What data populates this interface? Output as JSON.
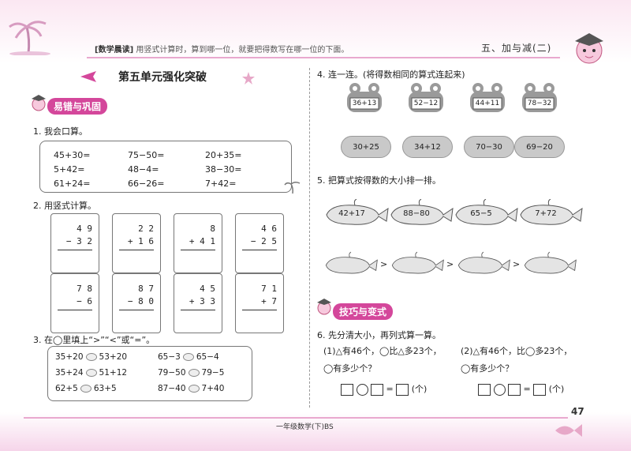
{
  "header": {
    "tip_label": "[数学晨读]",
    "tip_text": "用竖式计算时，算到哪一位，就要把得数写在哪一位的下面。",
    "unit_title": "五、加与减(二)"
  },
  "title": "第五单元强化突破",
  "section_left": "易错与巩固",
  "section_right": "技巧与变式",
  "q1": {
    "title": "1. 我会口算。",
    "items": [
      "45+30=",
      "75−50=",
      "20+35=",
      "5+42=",
      "48−4=",
      "38−30=",
      "61+24=",
      "66−26=",
      "7+42="
    ]
  },
  "q2": {
    "title": "2. 用竖式计算。",
    "cards": [
      {
        "top": "4 9",
        "mid": "− 3 2"
      },
      {
        "top": "2 2",
        "mid": "+ 1 6"
      },
      {
        "top": "8",
        "mid": "+ 4 1"
      },
      {
        "top": "4 6",
        "mid": "− 2 5"
      },
      {
        "top": "7 8",
        "mid": "−   6"
      },
      {
        "top": "8 7",
        "mid": "− 8 0"
      },
      {
        "top": "4 5",
        "mid": "+ 3 3"
      },
      {
        "top": "7 1",
        "mid": "+   7"
      }
    ]
  },
  "q3": {
    "title": "3. 在◯里填上“>”“<”或“=”。",
    "rows": [
      [
        "35+20",
        "53+20",
        "65−3",
        "65−4"
      ],
      [
        "35+24",
        "51+12",
        "79−50",
        "79−5"
      ],
      [
        "62+5",
        "63+5",
        "87−40",
        "7+40"
      ]
    ]
  },
  "q4": {
    "title": "4. 连一连。(将得数相同的算式连起来)",
    "frogs": [
      "36+13",
      "52−12",
      "44+11",
      "78−32"
    ],
    "clouds": [
      "30+25",
      "34+12",
      "70−30",
      "69−20"
    ]
  },
  "q5": {
    "title": "5. 把算式按得数的大小排一排。",
    "fish": [
      "42+17",
      "88−80",
      "65−5",
      "7+72"
    ],
    "sign": ">"
  },
  "q6": {
    "title": "6. 先分清大小，再列式算一算。",
    "p1": "(1)△有46个，◯比△多23个，",
    "p1b": "◯有多少个？",
    "p2": "(2)△有46个，比◯多23个，",
    "p2b": "◯有多少个？",
    "unit": "(个)"
  },
  "footer": {
    "page": "47",
    "book": "一年级数学(下)BS"
  },
  "colors": {
    "accent": "#d4479b",
    "band": "#fbe7f2"
  }
}
